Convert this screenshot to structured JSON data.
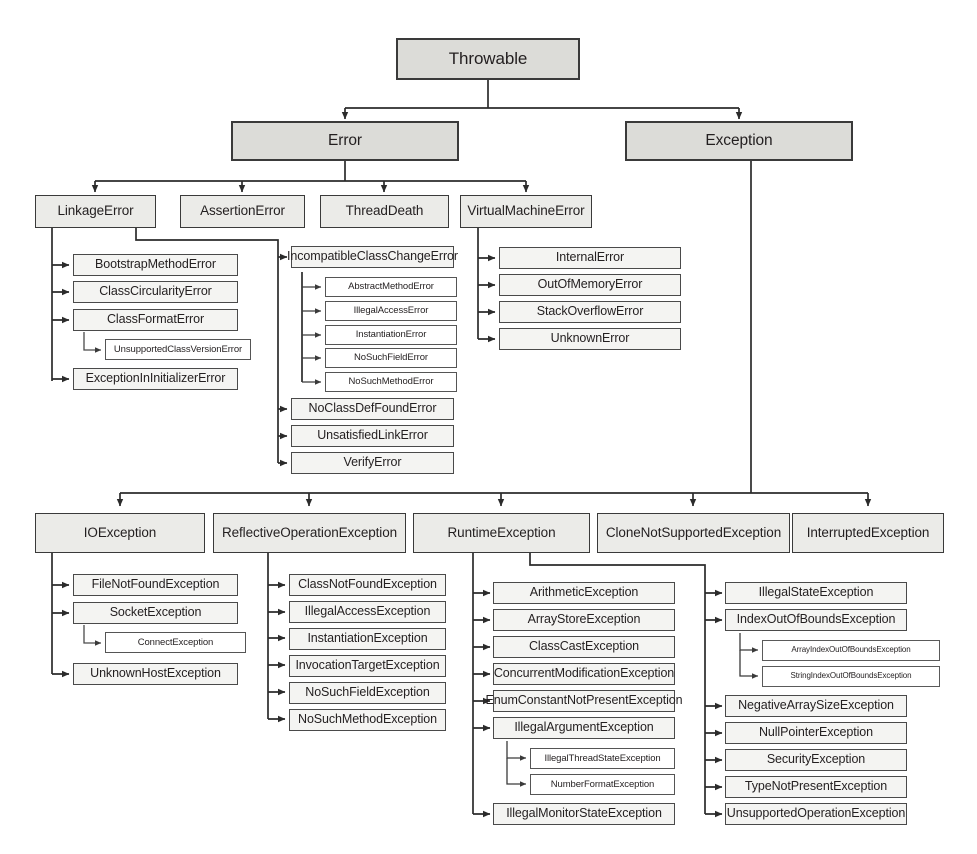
{
  "diagram": {
    "title": "Java Throwable class hierarchy",
    "background_color": "#ffffff",
    "edge_color": "#2b2b2b",
    "colors": {
      "root_fill": "#dcdcd8",
      "tier1_fill": "#dcdcd8",
      "tier2_fill": "#ebebe8",
      "tier3_fill": "#f4f4f2",
      "tier4_fill": "#ffffff",
      "tier5_fill": "#ffffff",
      "border": "#3a3a3a",
      "text": "#231f20"
    }
  },
  "nodes": {
    "throwable": "Throwable",
    "error": "Error",
    "exception": "Exception",
    "linkage_error": "LinkageError",
    "assertion_error": "AssertionError",
    "thread_death": "ThreadDeath",
    "virtual_machine_error": "VirtualMachineError",
    "bootstrap_method_error": "BootstrapMethodError",
    "class_circularity_error": "ClassCircularityError",
    "class_format_error": "ClassFormatError",
    "unsupported_class_version_error": "UnsupportedClassVersionError",
    "exception_in_initializer_error": "ExceptionInInitializerError",
    "incompatible_class_change_error": "IncompatibleClassChangeError",
    "abstract_method_error": "AbstractMethodError",
    "illegal_access_error": "IllegalAccessError",
    "instantiation_error": "InstantiationError",
    "no_such_field_error": "NoSuchFieldError",
    "no_such_method_error": "NoSuchMethodError",
    "no_class_def_found_error": "NoClassDefFoundError",
    "unsatisfied_link_error": "UnsatisfiedLinkError",
    "verify_error": "VerifyError",
    "internal_error": "InternalError",
    "out_of_memory_error": "OutOfMemoryError",
    "stack_overflow_error": "StackOverflowError",
    "unknown_error": "UnknownError",
    "io_exception": "IOException",
    "reflective_operation_exception": "ReflectiveOperationException",
    "runtime_exception": "RuntimeException",
    "clone_not_supported_exception": "CloneNotSupportedException",
    "interrupted_exception": "InterruptedException",
    "file_not_found_exception": "FileNotFoundException",
    "socket_exception": "SocketException",
    "connect_exception": "ConnectException",
    "unknown_host_exception": "UnknownHostException",
    "class_not_found_exception": "ClassNotFoundException",
    "illegal_access_exception": "IllegalAccessException",
    "instantiation_exception": "InstantiationException",
    "invocation_target_exception": "InvocationTargetException",
    "no_such_field_exception": "NoSuchFieldException",
    "no_such_method_exception": "NoSuchMethodException",
    "arithmetic_exception": "ArithmeticException",
    "array_store_exception": "ArrayStoreException",
    "class_cast_exception": "ClassCastException",
    "concurrent_modification_exception": "ConcurrentModificationException",
    "enum_constant_not_present_exception": "EnumConstantNotPresentException",
    "illegal_argument_exception": "IllegalArgumentException",
    "illegal_thread_state_exception": "IllegalThreadStateException",
    "number_format_exception": "NumberFormatException",
    "illegal_monitor_state_exception": "IllegalMonitorStateException",
    "illegal_state_exception": "IllegalStateException",
    "index_out_of_bounds_exception": "IndexOutOfBoundsException",
    "array_index_out_of_bounds_exception": "ArrayIndexOutOfBoundsException",
    "string_index_out_of_bounds_exception": "StringIndexOutOfBoundsException",
    "negative_array_size_exception": "NegativeArraySizeException",
    "null_pointer_exception": "NullPointerException",
    "security_exception": "SecurityException",
    "type_not_present_exception": "TypeNotPresentException",
    "unsupported_operation_exception": "UnsupportedOperationException"
  }
}
